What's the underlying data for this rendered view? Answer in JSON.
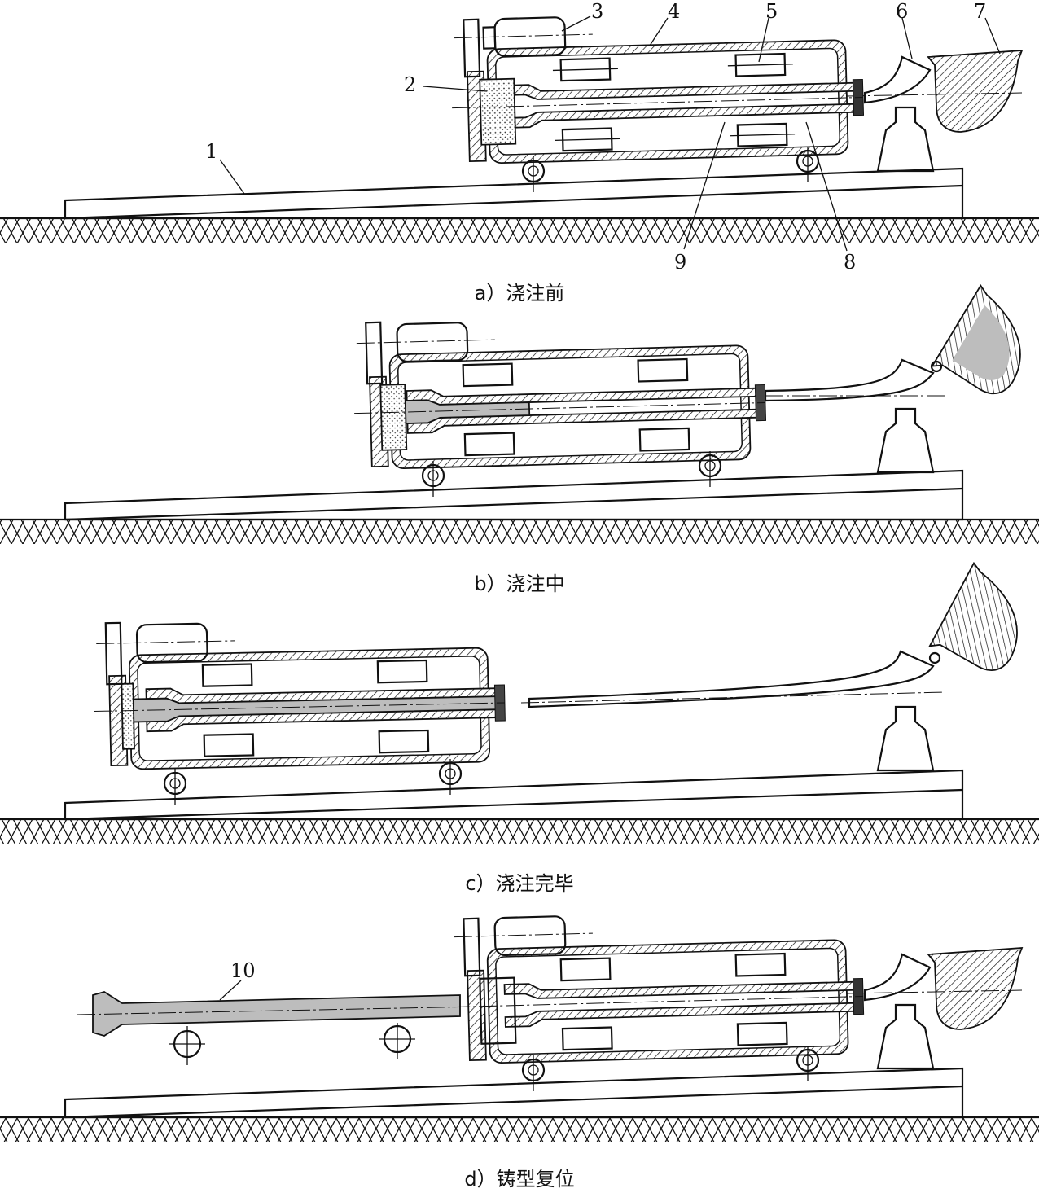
{
  "callouts": [
    "1",
    "2",
    "3",
    "4",
    "5",
    "6",
    "7",
    "8",
    "9",
    "10"
  ],
  "captions": [
    "a）浇注前",
    "b）浇注中",
    "c）浇注完毕",
    "d）铸型复位"
  ]
}
